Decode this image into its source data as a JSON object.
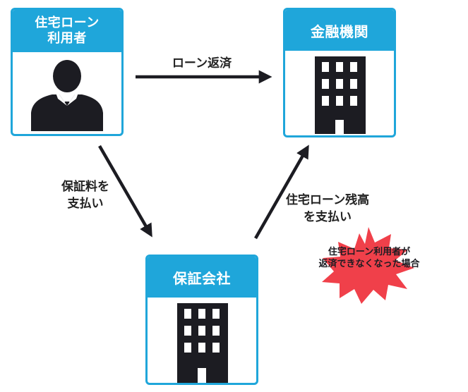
{
  "colors": {
    "accent": "#1fa6da",
    "arrow": "#1c1c22",
    "building": "#1c1c22",
    "burst": "#f0404a"
  },
  "nodes": {
    "borrower": {
      "line1": "住宅ローン",
      "line2": "利用者",
      "icon": "businessman-icon"
    },
    "bank": {
      "title": "金融機関",
      "icon": "building-icon"
    },
    "guarantor": {
      "title": "保証会社",
      "icon": "building-icon"
    }
  },
  "edges": {
    "repayment": "ローン返済",
    "fee_line1": "保証料を",
    "fee_line2": "支払い",
    "balance_line1": "住宅ローン残高",
    "balance_line2": "を支払い"
  },
  "burst": {
    "line1": "住宅ローン利用者が",
    "line2": "返済できなくなった場合"
  }
}
